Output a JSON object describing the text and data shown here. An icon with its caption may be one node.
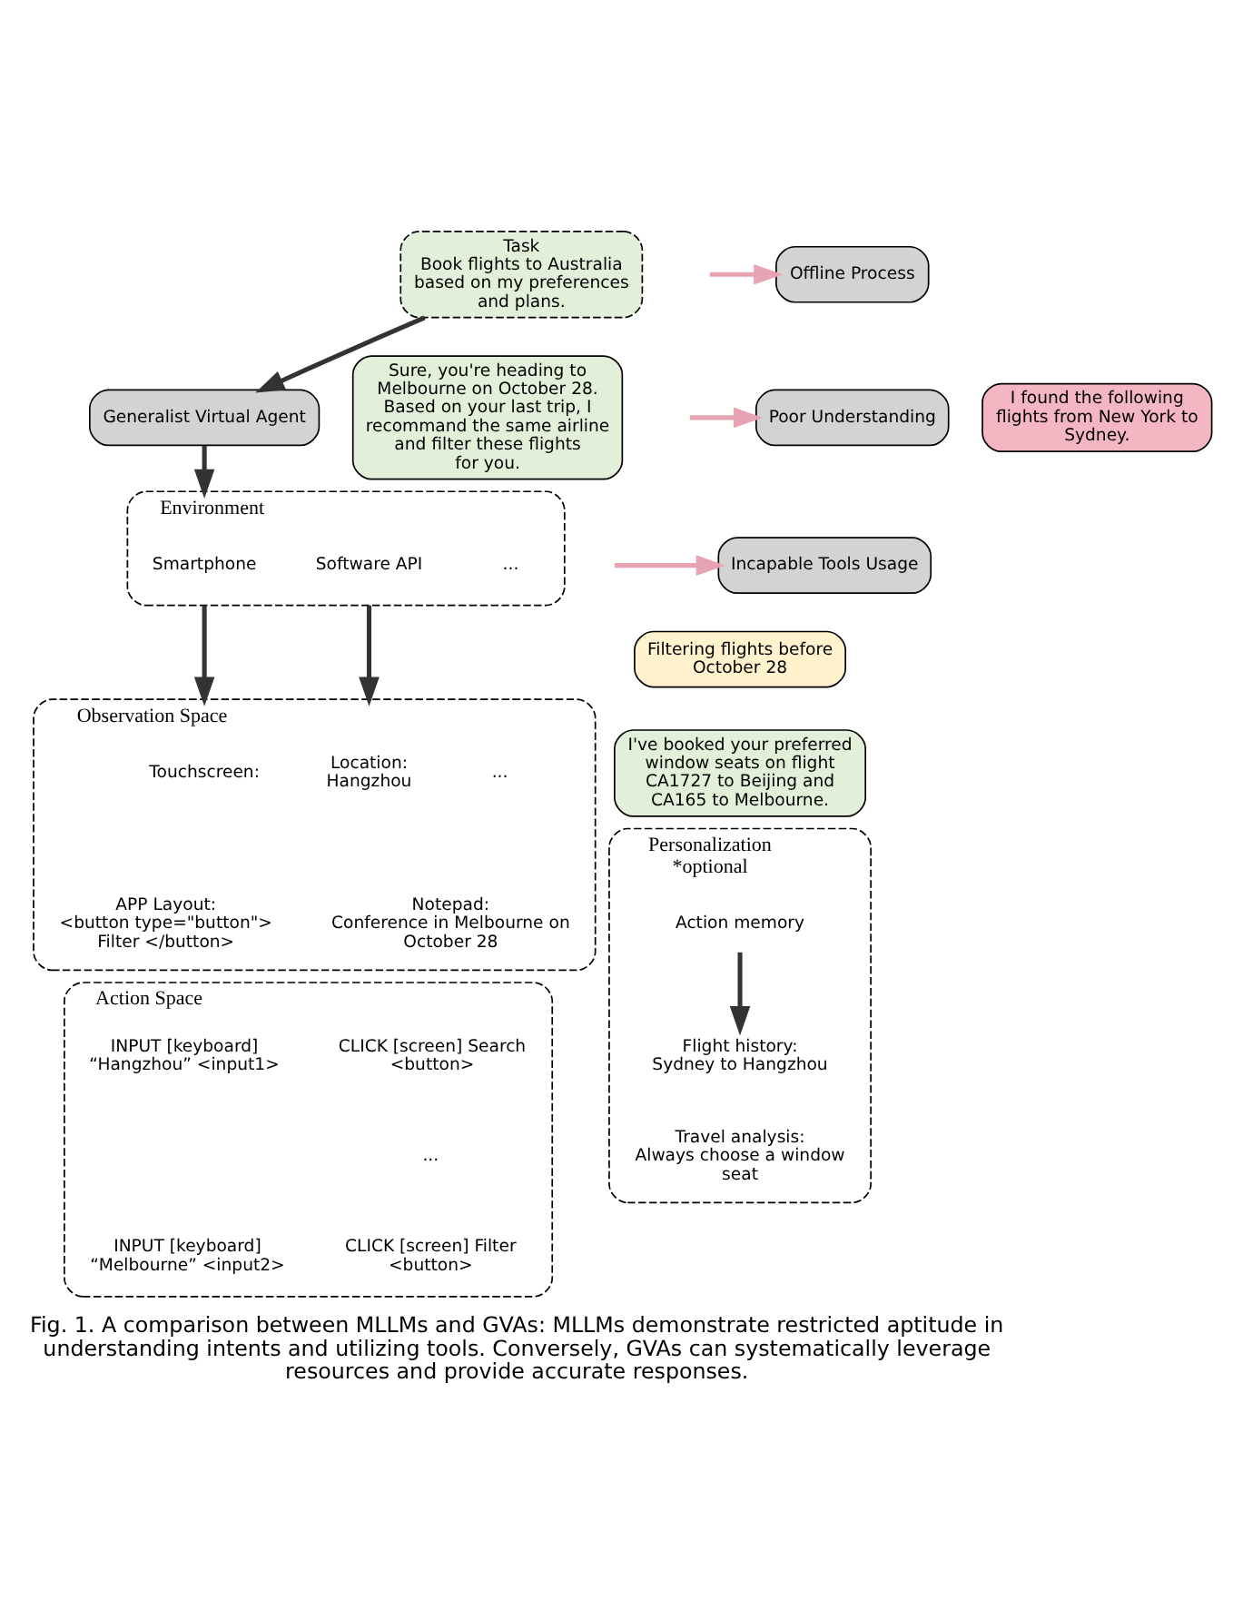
{
  "diagram": {
    "caption": "Fig. 1. A comparison between MLLMs and GVAs: MLLMs demonstrate restricted aptitude in understanding intents and utilizing tools. Conversely, GVAs can systematically leverage resources and provide accurate responses.",
    "nodes": [
      {
        "text": [
          "Task",
          "Book flights to Australia based on my preferences and plans."
        ]
      },
      {
        "text": [
          "Offline Process"
        ]
      },
      {
        "text": [
          "Poor Understanding"
        ]
      },
      {
        "text": [
          "Incapable Tools Usage"
        ]
      },
      {
        "text": [
          "I found the following flights from New York to Sydney."
        ]
      },
      {
        "text": [
          "Generalist Virtual Agent"
        ]
      },
      {
        "text": [
          "Sure, you're heading to Melbourne on October 28. Based on your last trip, I recommand the same airline and filter these flights for you."
        ]
      },
      {
        "text": [
          "Filtering flights before October 28"
        ]
      },
      {
        "text": [
          "I've booked your preferred window seats on flight CA1727 to Beijing and CA165 to Melbourne."
        ]
      },
      {
        "text": [
          "Environment"
        ]
      },
      {
        "text": [
          "Smartphone"
        ],
        "in": 9
      },
      {
        "text": [
          "Software API"
        ],
        "in": 9
      },
      {
        "text": [
          "..."
        ],
        "in": 9
      },
      {
        "text": [
          "Personalization",
          "*optional"
        ]
      },
      {
        "text": [
          "Action memory"
        ],
        "in": 13
      },
      {
        "text": [
          "Observation Space"
        ]
      },
      {
        "text": [
          "Touchscreen:"
        ],
        "in": 15
      },
      {
        "text": [
          "APP Layout:",
          "<button type=\"button\"> Filter </button>"
        ],
        "in": 15
      },
      {
        "text": [
          "Location:",
          "Hangzhou"
        ],
        "in": 15
      },
      {
        "text": [
          "Notepad:",
          "Conference in Melbourne on October 28"
        ],
        "in": 15
      },
      {
        "text": [
          "..."
        ],
        "in": 15
      },
      {
        "text": [
          "Flight history:",
          "Sydney to Hangzhou"
        ],
        "in": 13
      },
      {
        "text": [
          "Travel analysis:",
          "Always choose a window seat"
        ],
        "in": 13
      },
      {
        "text": [
          "Action Space"
        ]
      },
      {
        "text": [
          "INPUT [keyboard] “Hangzhou” <input1>"
        ],
        "in": 23
      },
      {
        "text": [
          "CLICK [screen] Search <button>"
        ],
        "in": 23
      },
      {
        "text": [
          "..."
        ],
        "in": 23
      },
      {
        "text": [
          "INPUT [keyboard] “Melbourne” <input2>"
        ],
        "in": 23
      },
      {
        "text": [
          "CLICK [screen] Filter <button>"
        ],
        "in": 23
      }
    ],
    "edges": [
      {
        "from": null,
        "to": 1,
        "arrow": "to",
        "color": "#e8a3b3"
      },
      {
        "from": null,
        "to": 2,
        "arrow": "to",
        "color": "#e8a3b3"
      },
      {
        "from": null,
        "to": 3,
        "arrow": "to",
        "color": "#e8a3b3"
      },
      {
        "from": 0,
        "to": 5,
        "arrow": "to",
        "color": "#333333"
      },
      {
        "from": 5,
        "to": 9,
        "arrow": "to",
        "color": "#333333"
      },
      {
        "from": 9,
        "to": 15,
        "arrow": "to",
        "color": "#333333"
      },
      {
        "from": 9,
        "to": 15,
        "arrow": "to",
        "color": "#333333"
      },
      {
        "from": 14,
        "to": 21,
        "arrow": "to",
        "color": "#333333"
      }
    ]
  }
}
